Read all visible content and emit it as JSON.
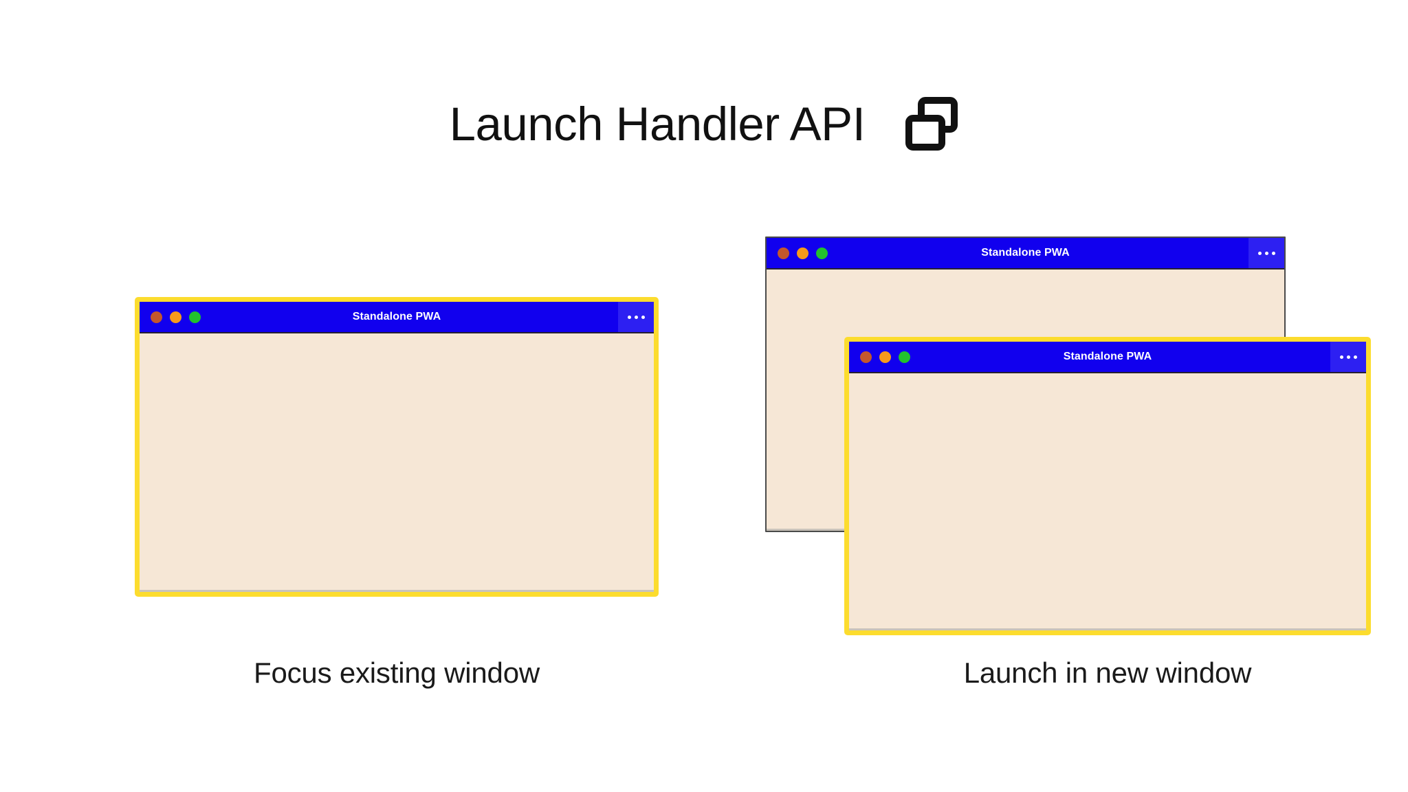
{
  "page": {
    "background_color": "#ffffff",
    "title": "Launch Handler API",
    "title_icon": "multiple-windows-icon"
  },
  "theme": {
    "titlebar_blue": "#1100ee",
    "menu_button_blue": "#2d20f2",
    "highlight_frame_yellow": "#fcdc2e",
    "window_body_cream": "#f6e7d6",
    "plain_frame_gray": "#4a4a4a",
    "dot_red": "#c4572c",
    "dot_yellow": "#f79a1c",
    "dot_green": "#22c12d",
    "text_dark": "#1a1a1a",
    "titlebar_text": "#ffffff"
  },
  "scenarios": [
    {
      "id": "focus-existing-window",
      "caption": "Focus existing window",
      "windows": [
        {
          "id": "window-focus",
          "title": "Standalone PWA",
          "highlighted": true,
          "menu_icon": "overflow-menu-icon",
          "traffic_lights": [
            "close-dot",
            "minimize-dot",
            "maximize-dot"
          ]
        }
      ]
    },
    {
      "id": "launch-in-new-window",
      "caption": "Launch in new window",
      "windows": [
        {
          "id": "window-back",
          "title": "Standalone PWA",
          "highlighted": false,
          "menu_icon": "overflow-menu-icon",
          "traffic_lights": [
            "close-dot",
            "minimize-dot",
            "maximize-dot"
          ]
        },
        {
          "id": "window-front",
          "title": "Standalone PWA",
          "highlighted": true,
          "menu_icon": "overflow-menu-icon",
          "traffic_lights": [
            "close-dot",
            "minimize-dot",
            "maximize-dot"
          ]
        }
      ]
    }
  ]
}
